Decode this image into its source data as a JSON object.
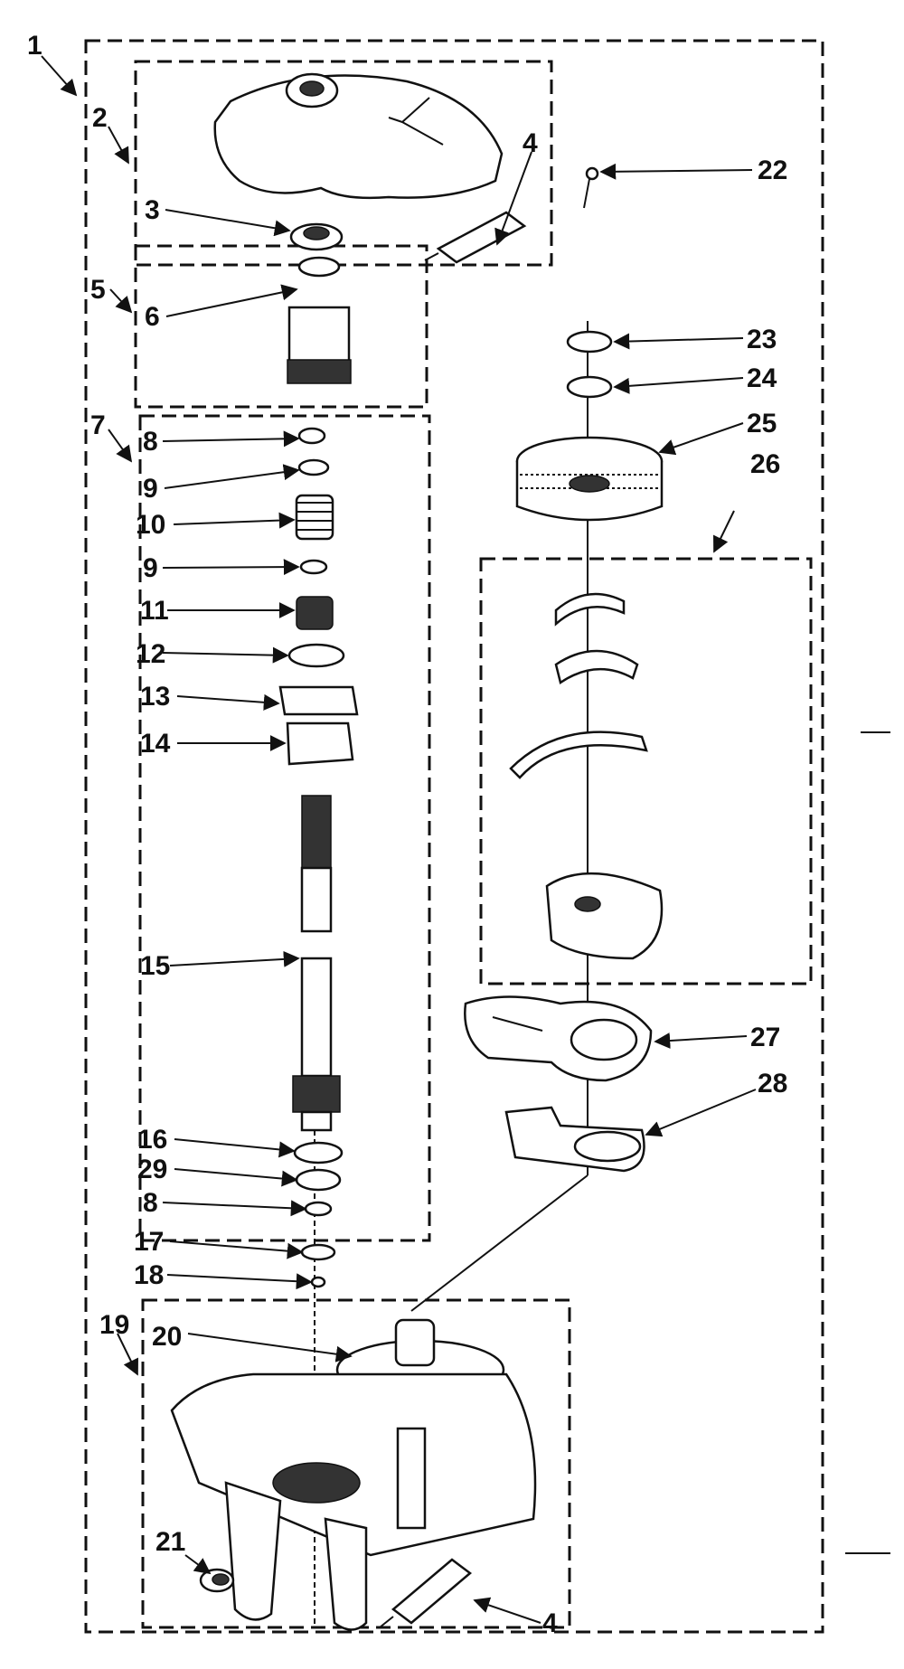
{
  "diagram": {
    "callouts": [
      "1",
      "2",
      "3",
      "4",
      "5",
      "6",
      "7",
      "8",
      "9",
      "10",
      "9",
      "11",
      "12",
      "13",
      "14",
      "15",
      "16",
      "29",
      "8",
      "17",
      "18",
      "19",
      "20",
      "21",
      "4",
      "22",
      "23",
      "24",
      "25",
      "26",
      "27",
      "28"
    ]
  }
}
